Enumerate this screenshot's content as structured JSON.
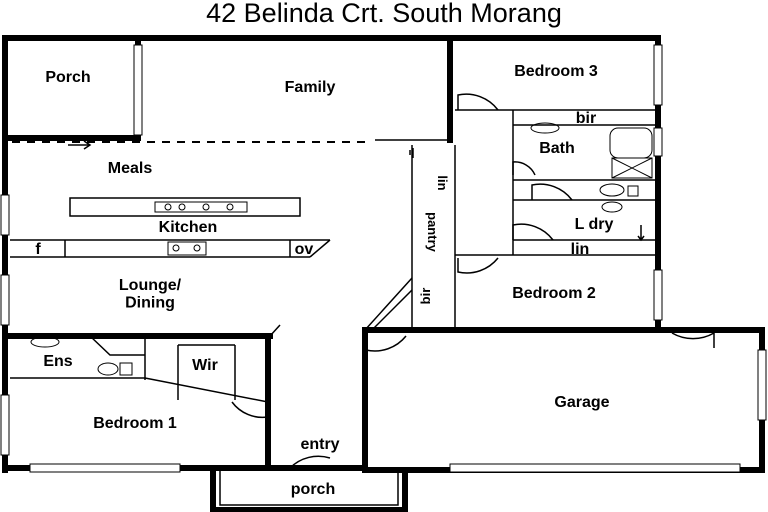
{
  "title": "42 Belinda Crt. South Morang",
  "rooms": {
    "porch_back": "Porch",
    "family": "Family",
    "bedroom3": "Bedroom 3",
    "bir_top": "bir",
    "bath": "Bath",
    "meals": "Meals",
    "lin_vertical": "lin",
    "pantry": "pantry",
    "laundry": "L dry",
    "lin_horizontal": "lin",
    "kitchen": "Kitchen",
    "fridge": "f",
    "oven": "ov",
    "lounge_dining": "Lounge/\nDining",
    "bir_side": "bir",
    "bedroom2": "Bedroom 2",
    "ensuite": "Ens",
    "wir": "Wir",
    "garage": "Garage",
    "bedroom1": "Bedroom 1",
    "entry": "entry",
    "porch_front": "porch"
  }
}
